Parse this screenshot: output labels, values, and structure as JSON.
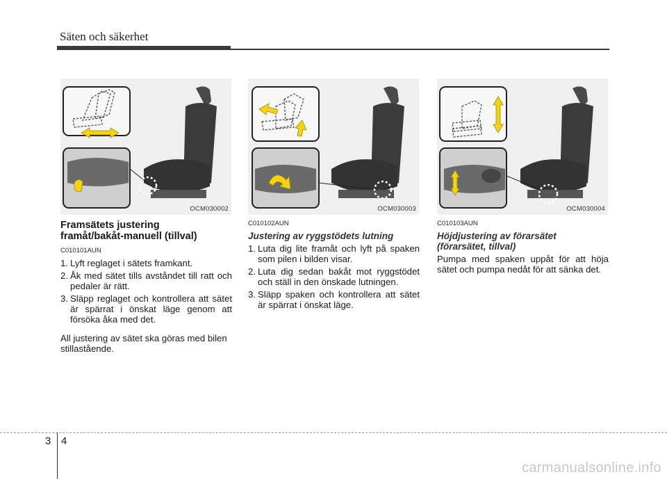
{
  "header": {
    "title": "Säten och säkerhet"
  },
  "figures": [
    {
      "code": "OCM030002"
    },
    {
      "code": "OCM030003"
    },
    {
      "code": "OCM030004"
    }
  ],
  "section1": {
    "title_line1": "Framsätets justering",
    "title_line2": "framåt/bakåt-manuell (tillval)",
    "code": "C010101AUN",
    "steps": [
      {
        "num": "1.",
        "text": "Lyft reglaget i sätets framkant."
      },
      {
        "num": "2.",
        "text": "Åk med sätet tills avståndet till ratt och pedaler är rätt."
      },
      {
        "num": "3.",
        "text": "Släpp reglaget och kontrollera att sätet är spärrat i önskat läge genom att försöka åka med det."
      }
    ],
    "note": "All justering av sätet ska göras med bilen stillastående."
  },
  "section2": {
    "code": "C010102AUN",
    "title": "Justering av ryggstödets lutning",
    "steps": [
      {
        "num": "1.",
        "text": "Luta dig lite framåt och lyft på spaken som pilen i bilden visar."
      },
      {
        "num": "2.",
        "text": "Luta dig sedan bakåt mot ryggstödet och ställ in den önskade lutningen."
      },
      {
        "num": "3.",
        "text": "Släpp spaken och kontrollera att sätet är spärrat i önskat läge."
      }
    ]
  },
  "section3": {
    "code": "C010103AUN",
    "title_line1": "Höjdjustering av förarsätet",
    "title_line2": "(förarsätet, tillval)",
    "text": "Pumpa med spaken uppåt för att höja sätet och pumpa nedåt för att sänka det."
  },
  "footer": {
    "chapter": "3",
    "page": "4"
  },
  "watermark": "carmanualsonline.info",
  "colors": {
    "arrow_yellow": "#f2d21a",
    "figure_bg": "#efefef",
    "seat_dark": "#3b3b3b"
  }
}
